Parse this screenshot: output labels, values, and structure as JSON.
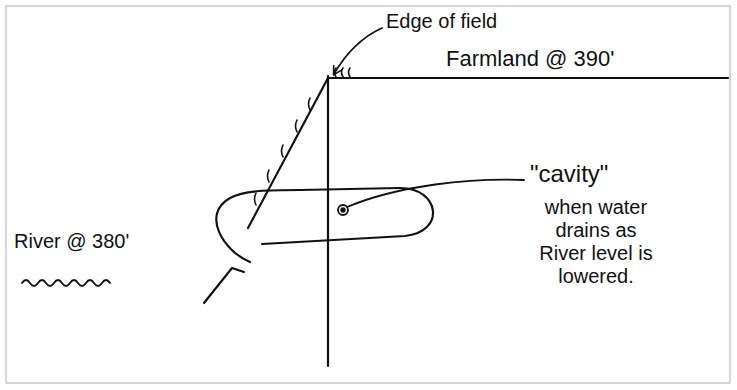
{
  "diagram": {
    "labels": [
      "Edge of field",
      "Farmland @ 390'",
      "\"cavity\"",
      "when water drains as River level is lowered.",
      "River @ 380'"
    ]
  }
}
